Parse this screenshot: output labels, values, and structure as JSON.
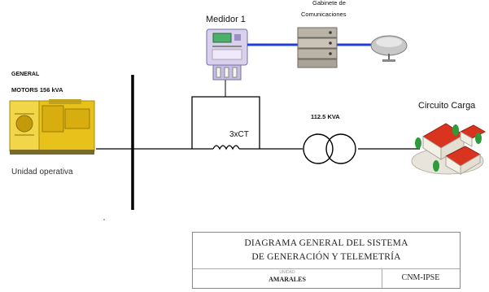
{
  "generator": {
    "label_line1": "GENERAL",
    "label_line2": "MOTORS  156 kVA",
    "caption": "Unidad operativa"
  },
  "meter": {
    "label": "Medidor 1"
  },
  "comms": {
    "label_line1": "Gabinete de",
    "label_line2": "Comunicaciones"
  },
  "ct": {
    "label": "3xCT"
  },
  "transformer": {
    "label": "112.5 KVA"
  },
  "load": {
    "label": "Circuito Carga"
  },
  "title_block": {
    "line1": "DIAGRAMA GENERAL DEL SISTEMA",
    "line2": "DE GENERACIÓN Y TELEMETRÍA",
    "small_label": "UNIDAD",
    "unit": "AMARALES",
    "code": "CNM-IPSE"
  },
  "colors": {
    "generator": "#e8c21a",
    "meter_body": "#d8d0ec",
    "comm_link": "#1f3fd6",
    "house_roof": "#d9341f",
    "tree": "#2e9a3a"
  }
}
